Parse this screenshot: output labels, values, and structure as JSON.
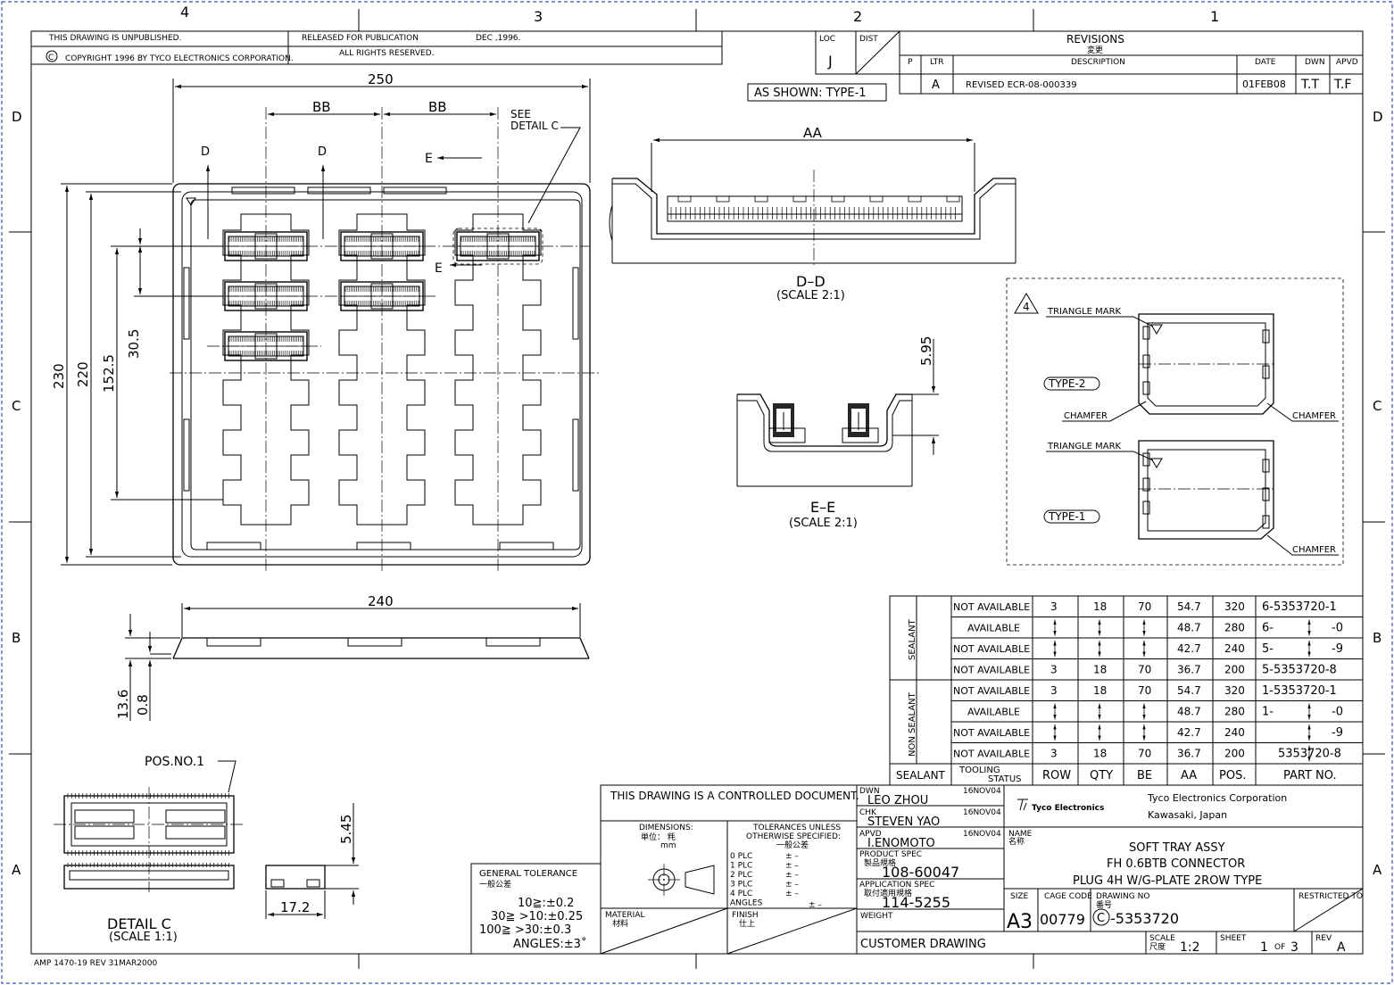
{
  "border": {
    "top_zones": [
      "4",
      "3",
      "2",
      "1"
    ],
    "side_zones": [
      "D",
      "C",
      "B",
      "A"
    ],
    "form_note": "AMP 1470-19 REV 31MAR2000"
  },
  "header": {
    "unpublished": "THIS DRAWING IS UNPUBLISHED.",
    "released": "RELEASED FOR PUBLICATION",
    "release_date": "DEC ,1996.",
    "copyright": "COPYRIGHT   1996    BY TYCO ELECTRONICS CORPORATION.",
    "rights": "ALL RIGHTS RESERVED.",
    "copyright_symbol": "C",
    "loc_label": "LOC",
    "loc_value": "J",
    "dist_label": "DIST"
  },
  "revisions": {
    "title": "REVISIONS",
    "title_jp": "変更",
    "columns": [
      "P",
      "LTR",
      "DESCRIPTION",
      "DATE",
      "DWN",
      "APVD"
    ],
    "row": {
      "ltr": "A",
      "desc": "REVISED      ECR-08-000339",
      "date": "01FEB08",
      "dwn": "T.T",
      "apvd": "T.F"
    }
  },
  "as_shown": "AS SHOWN: TYPE-1",
  "dims": {
    "d250": "250",
    "bb1": "BB",
    "bb2": "BB",
    "see_detail": "SEE",
    "see_detail2": "DETAIL  C",
    "sec_d1": "D",
    "sec_d2": "D",
    "sec_e1": "E",
    "sec_e2": "E",
    "d230": "230",
    "d220": "220",
    "d152": "152.5",
    "d30": "30.5",
    "d240": "240",
    "d13": "13.6",
    "d08": "0.8",
    "aa": "AA",
    "d595": "5.95",
    "d545": "5.45",
    "d172": "17.2",
    "pos1": "POS.NO.1"
  },
  "views": {
    "dd_title": "D–D",
    "dd_scale": "(SCALE 2:1)",
    "ee_title": "E–E",
    "ee_scale": "(SCALE 2:1)",
    "detail_title": "DETAIL C",
    "detail_scale": "(SCALE 1:1)"
  },
  "type_box": {
    "flag": "4",
    "triangle_mark_1": "TRIANGLE MARK",
    "triangle_mark_2": "TRIANGLE MARK",
    "type2": "TYPE-2",
    "type1": "TYPE-1",
    "chamfer_l": "CHAMFER",
    "chamfer_r": "CHAMFER",
    "chamfer_b": "CHAMFER"
  },
  "part_table": {
    "group_sealant": "SEALANT",
    "group_non_sealant": "NON SEALANT",
    "rows": [
      {
        "status": "NOT AVAILABLE",
        "row": "3",
        "qty": "18",
        "be": "70",
        "aa": "54.7",
        "pos": "320",
        "pn_a": "6-5353720-1",
        "pn_b": ""
      },
      {
        "status": "AVAILABLE",
        "row": "",
        "qty": "",
        "be": "",
        "aa": "48.7",
        "pos": "280",
        "pn_a": "6-",
        "pn_b": "-0"
      },
      {
        "status": "NOT AVAILABLE",
        "row": "",
        "qty": "",
        "be": "",
        "aa": "42.7",
        "pos": "240",
        "pn_a": "5-",
        "pn_b": "-9"
      },
      {
        "status": "NOT AVAILABLE",
        "row": "3",
        "qty": "18",
        "be": "70",
        "aa": "36.7",
        "pos": "200",
        "pn_a": "5-5353720-8",
        "pn_b": ""
      },
      {
        "status": "NOT AVAILABLE",
        "row": "3",
        "qty": "18",
        "be": "70",
        "aa": "54.7",
        "pos": "320",
        "pn_a": "1-5353720-1",
        "pn_b": ""
      },
      {
        "status": "AVAILABLE",
        "row": "",
        "qty": "",
        "be": "",
        "aa": "48.7",
        "pos": "280",
        "pn_a": "1-",
        "pn_b": "-0"
      },
      {
        "status": "NOT AVAILABLE",
        "row": "",
        "qty": "",
        "be": "",
        "aa": "42.7",
        "pos": "240",
        "pn_a": "",
        "pn_b": "-9"
      },
      {
        "status": "NOT AVAILABLE",
        "row": "3",
        "qty": "18",
        "be": "70",
        "aa": "36.7",
        "pos": "200",
        "pn_a": "",
        "pn_b": "5353720-8"
      }
    ],
    "footer": {
      "sealant": "SEALANT",
      "tooling": "TOOLING",
      "status": "STATUS",
      "row": "ROW",
      "qty": "QTY",
      "be": "BE",
      "aa": "AA",
      "pos": "POS.",
      "part_no": "PART NO."
    }
  },
  "title_block": {
    "controlled": "THIS DRAWING IS A CONTROLLED DOCUMENT.",
    "dimensions": "DIMENSIONS:",
    "dimensions_jp": "単位： 粍",
    "dimensions_unit": "mm",
    "tol_head1": "TOLERANCES UNLESS",
    "tol_head2": "OTHERWISE SPECIFIED:",
    "tol_head_jp": "一般公差",
    "tol_rows": [
      "0  PLC",
      "1  PLC",
      "2  PLC",
      "3  PLC",
      "4  PLC",
      "ANGLES"
    ],
    "tol_pm": "± –",
    "material": "MATERIAL",
    "material_jp": "材料",
    "finish": "FINISH",
    "finish_jp": "仕上",
    "dwn_label": "DWN",
    "dwn_name": "LEO ZHOU",
    "dwn_date": "16NOV04",
    "chk_label": "CHK",
    "chk_name": "STEVEN YAO",
    "chk_date": "16NOV04",
    "apvd_label": "APVD",
    "apvd_name": "I.ENOMOTO",
    "apvd_date": "16NOV04",
    "prod_spec_label": "PRODUCT SPEC",
    "prod_spec_jp": "製品規格",
    "prod_spec": "108-60047",
    "app_spec_label": "APPLICATION SPEC",
    "app_spec_jp": "取付適用規格",
    "app_spec": "114-5255",
    "weight": "WEIGHT",
    "customer": "CUSTOMER DRAWING",
    "logo": "Tyco Electronics",
    "company1": "Tyco Electronics Corporation",
    "company2": "Kawasaki, Japan",
    "name_label": "NAME",
    "name_jp": "名称",
    "name1": "SOFT TRAY ASSY",
    "name2": "FH 0.6BTB CONNECTOR",
    "name3": "PLUG 4H W/G-PLATE 2ROW TYPE",
    "size_label": "SIZE",
    "size": "A3",
    "cage_label": "CAGE CODE",
    "cage": "00779",
    "dwg_label": "DRAWING NO",
    "dwg_jp": "番号",
    "dwg_prefix": "C",
    "dwg": "-5353720",
    "restricted": "RESTRICTED TO",
    "scale_label": "SCALE",
    "scale_jp": "尺度",
    "scale": "1:2",
    "sheet_label": "SHEET",
    "sheet": "1",
    "sheet_of": "OF",
    "sheet_total": "3",
    "rev_label": "REV",
    "rev": "A"
  },
  "general_tol": {
    "title": "GENERAL TOLERANCE",
    "title_jp": "一般公差",
    "l1": "10≧:±0.2",
    "l2": "30≧  >10:±0.25",
    "l3": "100≧  >30:±0.3",
    "l4": "ANGLES:±3˚"
  }
}
